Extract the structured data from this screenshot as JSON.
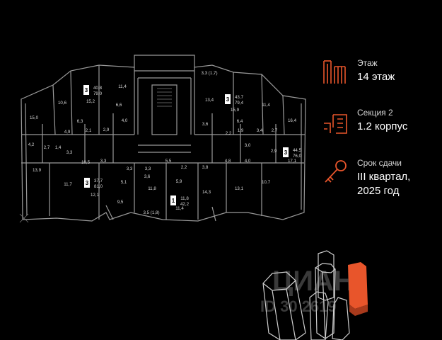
{
  "floor": {
    "label": "Этаж",
    "value": "14 этаж"
  },
  "section": {
    "label": "Секция 2",
    "value": "1.2 корпус"
  },
  "delivery": {
    "label": "Срок сдачи",
    "value_line1": "III квартал,",
    "value_line2": "2025 год"
  },
  "accent_color": "#e8552b",
  "icons": [
    "building-icon",
    "section-icon",
    "key-icon",
    "compass-icon"
  ],
  "apartments": [
    {
      "rooms": "3",
      "area": "40,8",
      "total": "79,0"
    },
    {
      "rooms": "3",
      "area": "43,7",
      "total": "79,4"
    },
    {
      "rooms": "3",
      "area": "44,5",
      "total": "76,0"
    },
    {
      "rooms": "3",
      "area": "37,7",
      "total": "81,0"
    },
    {
      "rooms": "1",
      "area": "11,8",
      "total": "42,2"
    }
  ],
  "room_labels": [
    "10,6",
    "15,0",
    "15,2",
    "6,6",
    "11,4",
    "4,0",
    "2,9",
    "6,3",
    "4,9",
    "2,1",
    "4,2",
    "2,7",
    "1,4",
    "3,3",
    "10,5",
    "13,9",
    "3,3",
    "3,3",
    "11,7",
    "12,1",
    "5,1",
    "9,5",
    "3,6",
    "11,8",
    "5,9",
    "3,3",
    "5,5",
    "3,5 (1,8)",
    "11,4",
    "2,2",
    "3,8",
    "4,8",
    "14,3",
    "13,1",
    "4,0",
    "10,7",
    "13,4",
    "15,9",
    "6,4",
    "11,4",
    "16,4",
    "3,6",
    "2,2",
    "1,9",
    "3,4",
    "2,7",
    "3,0",
    "2,9",
    "17,1",
    "3,3 (1,7)"
  ],
  "watermark": {
    "brand": "ЦИАН",
    "id_text": "ID 30  2619"
  }
}
